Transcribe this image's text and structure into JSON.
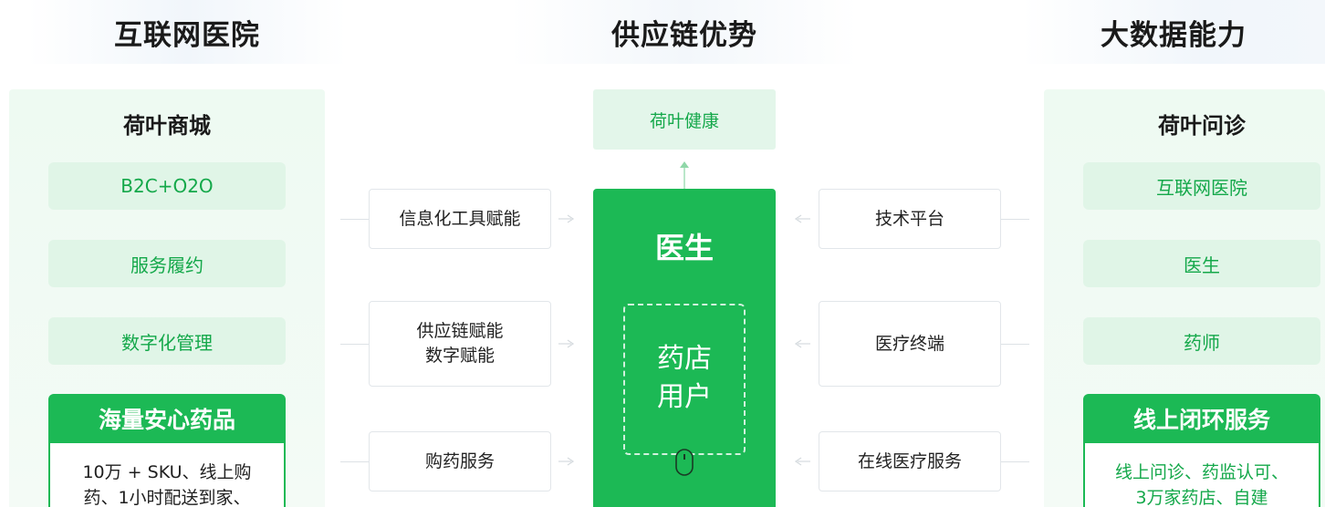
{
  "sections": {
    "left_title": "互联网医院",
    "middle_title": "供应链优势",
    "right_title": "大数据能力"
  },
  "left_panel": {
    "heading": "荷叶商城",
    "features": [
      "B2C+O2O",
      "服务履约",
      "数字化管理"
    ],
    "highlight": {
      "title": "海量安心药品",
      "lines": [
        "10万 + SKU、线上购",
        "药、1小时配送到家、"
      ]
    }
  },
  "middle": {
    "top_box": "荷叶健康",
    "left_boxes": [
      {
        "lines": [
          "信息化工具赋能"
        ]
      },
      {
        "lines": [
          "供应链赋能",
          "数字赋能"
        ]
      },
      {
        "lines": [
          "购药服务"
        ]
      }
    ],
    "right_boxes": [
      {
        "lines": [
          "技术平台"
        ]
      },
      {
        "lines": [
          "医疗终端"
        ]
      },
      {
        "lines": [
          "在线医疗服务"
        ]
      }
    ],
    "core": {
      "doctor": "医生",
      "store_lines": [
        "药店",
        "用户"
      ],
      "mouse_icon": "mouse-icon"
    }
  },
  "right_panel": {
    "heading": "荷叶问诊",
    "features": [
      "互联网医院",
      "医生",
      "药师"
    ],
    "highlight": {
      "title": "线上闭环服务",
      "lines": [
        "线上问诊、药监认可、",
        "3万家药店、自建"
      ]
    }
  },
  "colors": {
    "brand_green": "#1cb955",
    "text_green": "#14a84a",
    "light_green": "#e0f5e7",
    "panel_bg": "#eefaf2",
    "connector": "#dde2e6"
  }
}
